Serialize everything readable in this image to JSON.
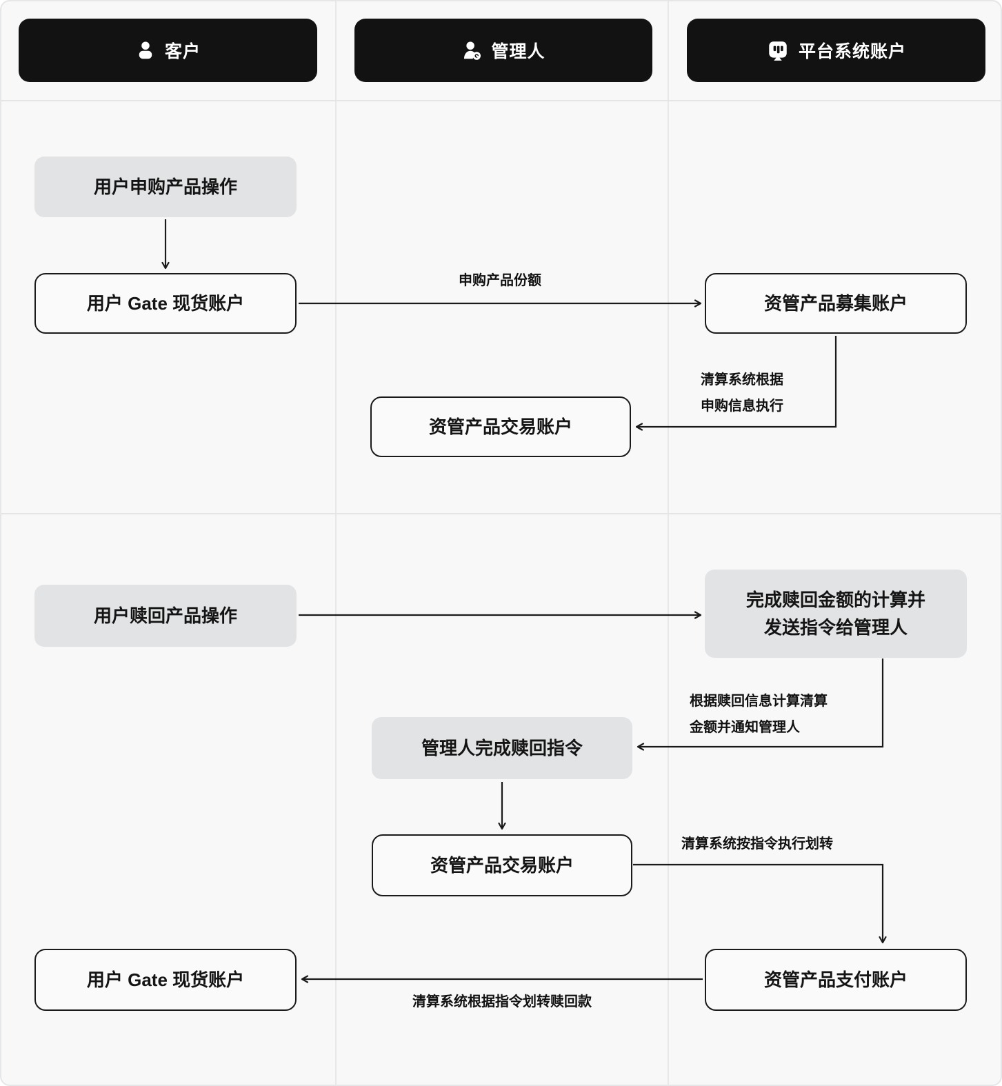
{
  "header": {
    "lanes": [
      {
        "label": "客户",
        "icon": "customer-icon"
      },
      {
        "label": "管理人",
        "icon": "manager-icon"
      },
      {
        "label": "平台系统账户",
        "icon": "platform-icon"
      }
    ]
  },
  "flow": {
    "subscription": {
      "user_action": "用户申购产品操作",
      "user_spot_account": "用户 Gate 现货账户",
      "raise_account": "资管产品募集账户",
      "trade_account": "资管产品交易账户",
      "share_label": "申购产品份额",
      "clearing_label_line1": "清算系统根据",
      "clearing_label_line2": "申购信息执行"
    },
    "redemption": {
      "user_action": "用户赎回产品操作",
      "calc_instruction_line1": "完成赎回金额的计算并",
      "calc_instruction_line2": "发送指令给管理人",
      "manager_complete": "管理人完成赎回指令",
      "trade_account": "资管产品交易账户",
      "pay_account": "资管产品支付账户",
      "user_spot_account": "用户 Gate 现货账户",
      "notify_label_line1": "根据赎回信息计算清算",
      "notify_label_line2": "金额并通知管理人",
      "transfer_label": "清算系统按指令执行划转",
      "refund_label": "清算系统根据指令划转赎回款"
    }
  },
  "colors": {
    "background": "#f8f8f9",
    "grid_line": "#e5e6e8",
    "header_bg": "#121212",
    "header_text": "#ffffff",
    "node_gray_bg": "#e2e3e5",
    "node_outline_border": "#1a1a1a",
    "node_text": "#141414",
    "arrow": "#1a1a1a"
  }
}
